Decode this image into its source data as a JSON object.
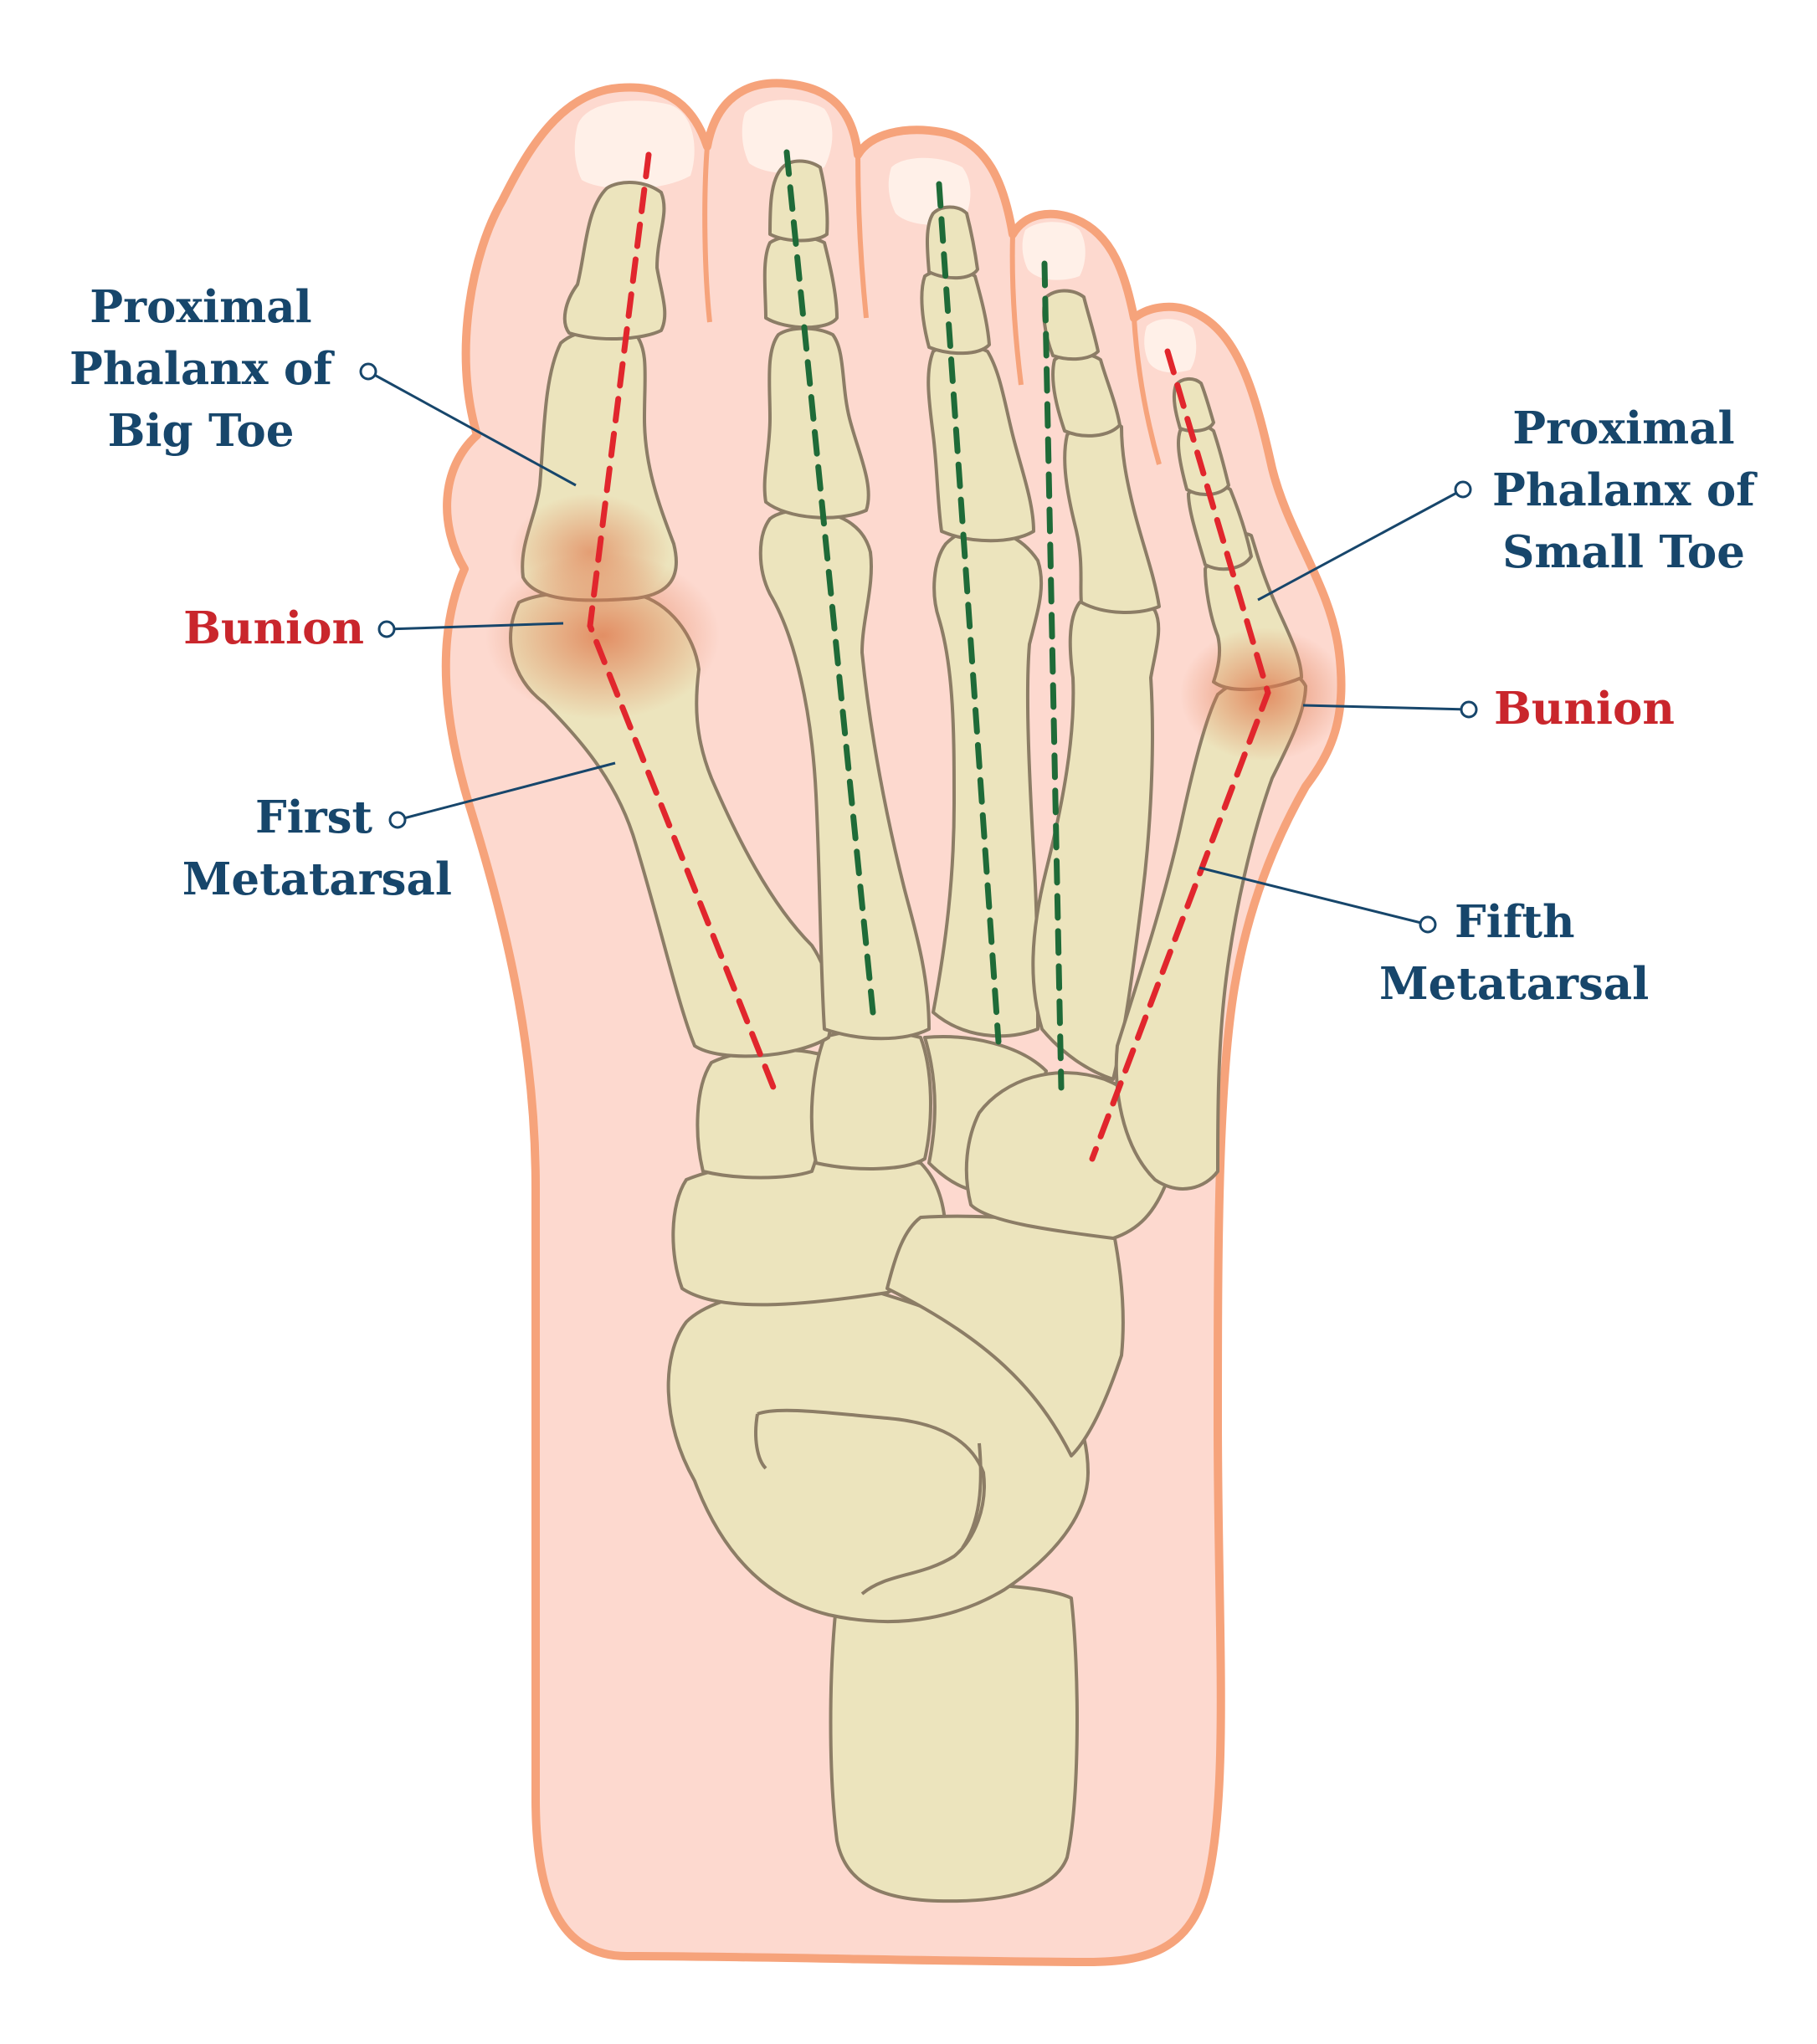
{
  "labels": {
    "big_toe_phalanx": [
      "Proximal",
      "Phalanx of",
      "Big Toe"
    ],
    "bunion_left": "Bunion",
    "first_metatarsal": [
      "First",
      "Metatarsal"
    ],
    "small_toe_phalanx": [
      "Proximal",
      "Phalanx of",
      "Small Toe"
    ],
    "bunion_right": "Bunion",
    "fifth_metatarsal": [
      "Fifth",
      "Metatarsal"
    ]
  },
  "colors": {
    "skin_fill": "#fdd9cf",
    "skin_outline": "#f6a37b",
    "bone_fill": "#ece4bd",
    "bone_outline": "#8c7d66",
    "inflamed": "#e48a5f",
    "deviation_line": "#e1262d",
    "normal_line": "#1f6b38",
    "label_blue": "#17466b",
    "label_red": "#c9262c",
    "leader": "#17466b"
  }
}
